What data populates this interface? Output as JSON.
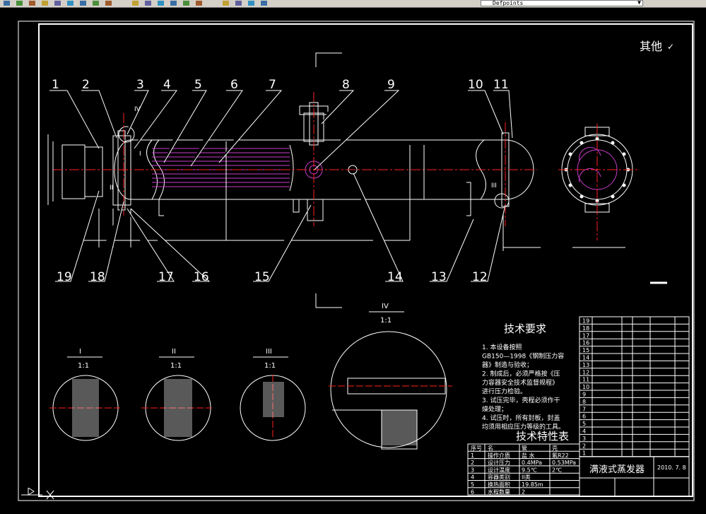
{
  "toolbar": {
    "layer_name": "Defpoints",
    "buttons": [
      "open-icon",
      "save-icon",
      "print-icon",
      "cut-icon",
      "copy-icon",
      "paste-icon",
      "match-icon",
      "undo-icon",
      "redo-icon",
      "pan-icon",
      "zoom-realtime-icon",
      "zoom-window-icon",
      "zoom-previous-icon",
      "properties-icon",
      "design-center-icon",
      "tool-palette-icon",
      "calculator-icon",
      "help-icon",
      "layer-manager-icon"
    ]
  },
  "drawing": {
    "top_right_note": "其他",
    "part_numbers_top": [
      "1",
      "2",
      "3",
      "4",
      "5",
      "6",
      "7",
      "8",
      "9",
      "10",
      "11"
    ],
    "part_numbers_bottom": [
      "19",
      "18",
      "17",
      "16",
      "15",
      "14",
      "13",
      "12"
    ],
    "callouts": [
      "IV",
      "I",
      "II",
      "III"
    ],
    "details": [
      {
        "label": "I",
        "scale": "1:1"
      },
      {
        "label": "II",
        "scale": "1:1"
      },
      {
        "label": "III",
        "scale": "1:1"
      },
      {
        "label": "IV",
        "scale": "1:1"
      }
    ],
    "tech_requirements": {
      "title": "技术要求",
      "lines": [
        "1. 本设备按照",
        "GB150—1998《钢制压力容",
        "器》制造与验收；",
        "2. 制成后，必须严格按《压",
        "力容器安全技术监督规程》",
        "进行压力检验。",
        "3. 试压完毕，壳程必须作干",
        "燥处理；",
        "4. 试压时，所有封板，封盖",
        "均须用相应压力等级的工具。"
      ]
    },
    "tech_spec": {
      "title": "技术特性表",
      "headers": [
        "序号",
        "名",
        "管",
        "壳"
      ],
      "rows": [
        [
          "1",
          "操作介质",
          "盐 水",
          "氟R22"
        ],
        [
          "2",
          "设计压力",
          "0.4MPa",
          "0.53MPa"
        ],
        [
          "3",
          "设计温度",
          "9.5℃",
          "2℃"
        ],
        [
          "4",
          "容器类别",
          "II类",
          ""
        ],
        [
          "5",
          "换热面积",
          "19.85m",
          ""
        ],
        [
          "6",
          "水程数量",
          "2",
          ""
        ]
      ]
    },
    "bom_numbers": [
      "19",
      "18",
      "17",
      "16",
      "15",
      "14",
      "13",
      "12",
      "11",
      "10",
      "9",
      "8",
      "7",
      "6",
      "5",
      "4",
      "3",
      "2",
      "1"
    ],
    "title_block": {
      "name": "满液式蒸发器",
      "date": "2010. 7. 8"
    }
  }
}
